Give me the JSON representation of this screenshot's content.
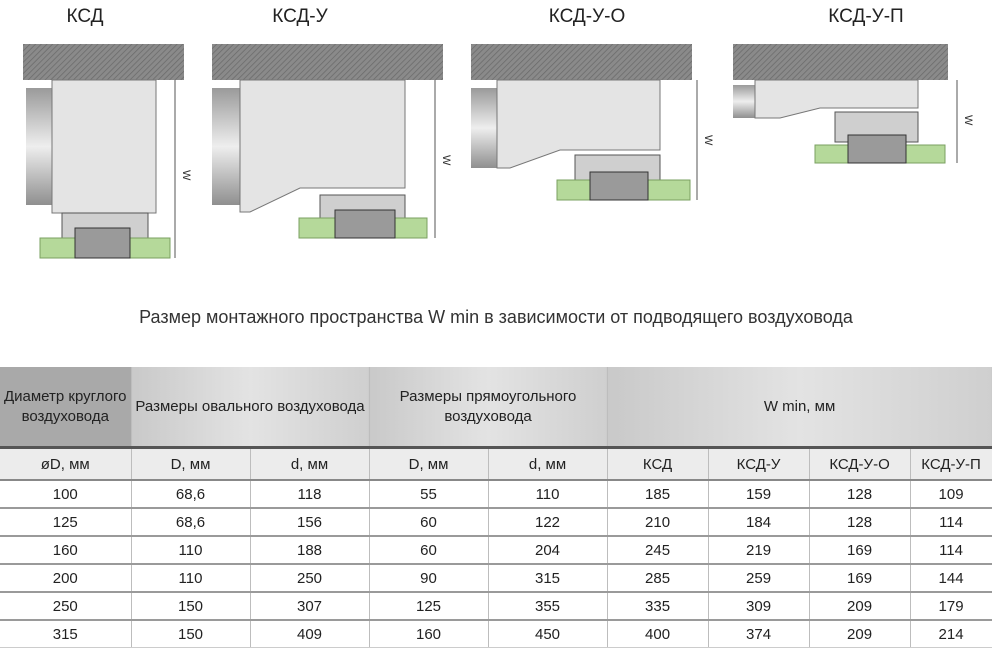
{
  "diagrams": [
    {
      "label": "КСД",
      "dim": "W"
    },
    {
      "label": "КСД-У",
      "dim": "W"
    },
    {
      "label": "КСД-У-О",
      "dim": "W"
    },
    {
      "label": "КСД-У-П",
      "dim": "W"
    }
  ],
  "caption": "Размер монтажного пространства W min в зависимости от подводящего воздуховода",
  "table": {
    "group_headers": [
      "Диаметр круглого воздуховода",
      "Размеры овального воздуховода",
      "Размеры прямоугольного воздуховода",
      "W min, мм"
    ],
    "sub_headers": [
      "øD, мм",
      "D, мм",
      "d, мм",
      "D, мм",
      "d, мм",
      "КСД",
      "КСД-У",
      "КСД-У-О",
      "КСД-У-П"
    ],
    "rows": [
      [
        "100",
        "68,6",
        "118",
        "55",
        "110",
        "185",
        "159",
        "128",
        "109"
      ],
      [
        "125",
        "68,6",
        "156",
        "60",
        "122",
        "210",
        "184",
        "128",
        "114"
      ],
      [
        "160",
        "110",
        "188",
        "60",
        "204",
        "245",
        "219",
        "169",
        "114"
      ],
      [
        "200",
        "110",
        "250",
        "90",
        "315",
        "285",
        "259",
        "169",
        "144"
      ],
      [
        "250",
        "150",
        "307",
        "125",
        "355",
        "335",
        "309",
        "209",
        "179"
      ],
      [
        "315",
        "150",
        "409",
        "160",
        "450",
        "400",
        "374",
        "209",
        "214"
      ]
    ]
  }
}
